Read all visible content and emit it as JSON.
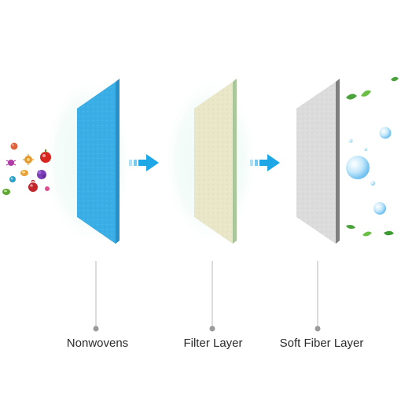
{
  "layers": [
    {
      "label": "Nonwovens",
      "face_color": "#3aaee6",
      "edge_color": "#2a8fc7"
    },
    {
      "label": "Filter Layer",
      "face_color": "#e9e7c8",
      "edge_color": "#a9c79a"
    },
    {
      "label": "Soft Fiber Layer",
      "face_color": "#dcdcdc",
      "edge_color": "#7f7f7f"
    }
  ],
  "arrow_color": "#1ea7e6",
  "icons": {
    "left": "germ-particle-icons",
    "right": "leaf-and-water-bubble-icons"
  }
}
